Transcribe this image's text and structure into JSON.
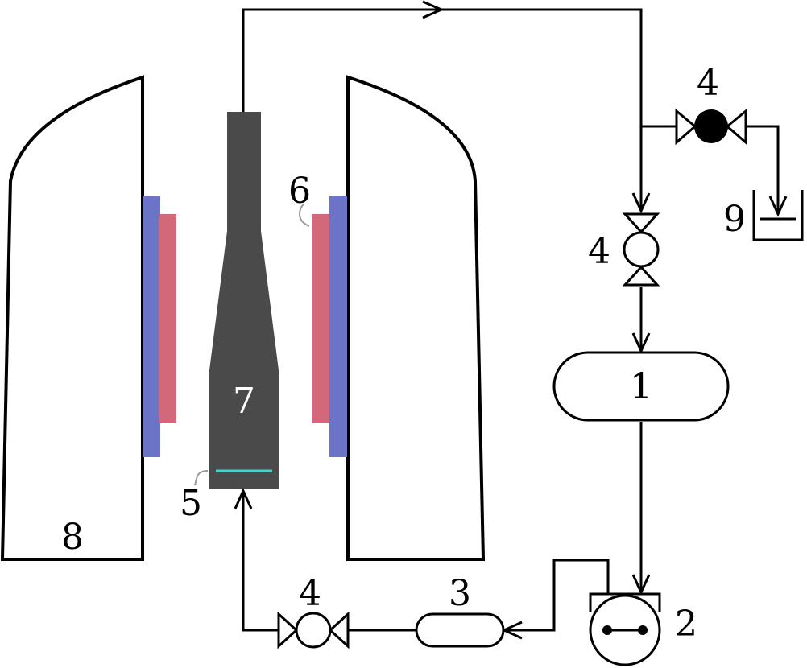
{
  "colors": {
    "magnet_blue": "#6b74c6",
    "coil_red": "#d2697a",
    "column_dark": "#4a4a4a",
    "sample_cyan": "#3cd6d0",
    "line": "#000000",
    "callout": "#9a9a9a"
  },
  "labels": {
    "tank": "1",
    "pump": "2",
    "filter": "3",
    "valve_top": "4",
    "valve_middle": "4",
    "valve_bottom": "4",
    "sample": "5",
    "coil": "6",
    "column": "7",
    "magnet": "8",
    "waste": "9"
  },
  "icons": {
    "valve_open": "valve-icon",
    "valve_closed": "valve-closed-icon",
    "pump": "pump-icon",
    "flow_arrow": "arrow-icon"
  }
}
